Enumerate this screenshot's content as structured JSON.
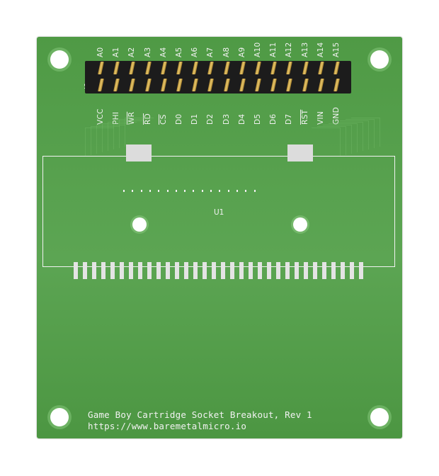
{
  "board": {
    "header_ref": "J1",
    "socket_ref": "U1",
    "top_pins": [
      "A0",
      "A1",
      "A2",
      "A3",
      "A4",
      "A5",
      "A6",
      "A7",
      "A8",
      "A9",
      "A10",
      "A11",
      "A12",
      "A13",
      "A14",
      "A15"
    ],
    "bottom_pins": [
      {
        "label": "VCC",
        "overline": false
      },
      {
        "label": "PHI",
        "overline": false
      },
      {
        "label": "WR",
        "overline": true
      },
      {
        "label": "RD",
        "overline": true
      },
      {
        "label": "CS",
        "overline": true
      },
      {
        "label": "D0",
        "overline": false
      },
      {
        "label": "D1",
        "overline": false
      },
      {
        "label": "D2",
        "overline": false
      },
      {
        "label": "D3",
        "overline": false
      },
      {
        "label": "D4",
        "overline": false
      },
      {
        "label": "D5",
        "overline": false
      },
      {
        "label": "D6",
        "overline": false
      },
      {
        "label": "D7",
        "overline": false
      },
      {
        "label": "RST",
        "overline": true
      },
      {
        "label": "VIN",
        "overline": false
      },
      {
        "label": "GND",
        "overline": false
      }
    ],
    "title_line1": "Game Boy Cartridge Socket Breakout, Rev 1",
    "title_line2": "https://www.baremetalmicro.io",
    "colors": {
      "pcb": "#55a04b",
      "silkscreen": "#f2f2f2",
      "header": "#1c1c1c",
      "gold": "#d4b050"
    }
  }
}
